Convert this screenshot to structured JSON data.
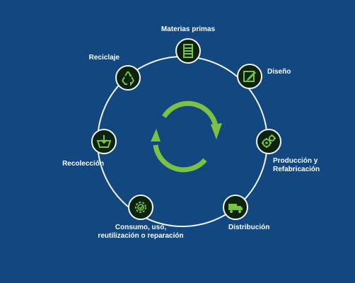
{
  "colors": {
    "background": "#13477f",
    "ring": "#f2f5f2",
    "node_fill": "#0b2310",
    "icon_green": "#7bc142",
    "label": "#ffffff"
  },
  "cycle": {
    "center_icon": "recycle-arrows-icon",
    "stages": [
      {
        "id": "materias-primas",
        "label": "Materias primas",
        "icon": "stack-icon"
      },
      {
        "id": "diseno",
        "label": "Diseño",
        "icon": "pencil-square-icon"
      },
      {
        "id": "produccion",
        "label_lines": [
          "Producción y",
          "Refabricación"
        ],
        "icon": "gears-icon"
      },
      {
        "id": "distribucion",
        "label": "Distribución",
        "icon": "truck-icon"
      },
      {
        "id": "consumo",
        "label_lines": [
          "Consumo, uso,",
          "reutilización o reparación"
        ],
        "icon": "gear-hand-icon"
      },
      {
        "id": "recoleccion",
        "label": "Recolección",
        "icon": "collection-basket-icon"
      },
      {
        "id": "reciclaje",
        "label": "Reciclaje",
        "icon": "recycle-icon"
      }
    ]
  }
}
